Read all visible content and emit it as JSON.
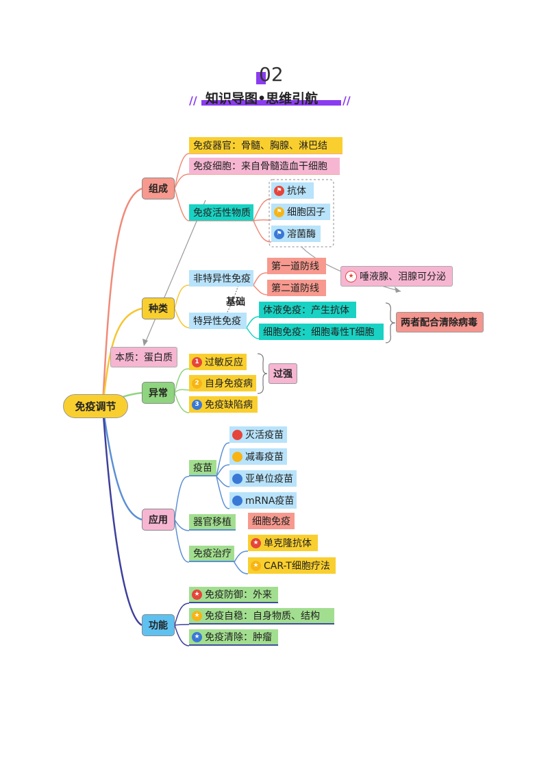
{
  "header": {
    "number": "02",
    "title": "知识导图•思维引航"
  },
  "root": {
    "label": "免疫调节"
  },
  "categories": {
    "composition": "组成",
    "types": "种类",
    "abnormal": "异常",
    "application": "应用",
    "function": "功能"
  },
  "composition": {
    "organs": "免疫器官：骨髓、胸腺、淋巴结",
    "cells": "免疫细胞：来自骨髓造血干细胞",
    "active": "免疫活性物质",
    "items": [
      "抗体",
      "细胞因子",
      "溶菌酶"
    ]
  },
  "types": {
    "nonspecific": "非特异性免疫",
    "first_line": "第一道防线",
    "second_line": "第二道防线",
    "saliva": "唾液腺、泪腺可分泌",
    "basis": "基础",
    "specific": "特异性免疫",
    "humoral": "体液免疫：产生抗体",
    "cellular": "细胞免疫：细胞毒性T细胞",
    "cooperate": "两者配合清除病毒"
  },
  "essence": "本质：蛋白质",
  "abnormal": {
    "items": [
      "过敏反应",
      "自身免疫病",
      "免疫缺陷病"
    ],
    "badges": [
      "1",
      "2",
      "3"
    ],
    "too_strong": "过强"
  },
  "application": {
    "vaccine": "疫苗",
    "vaccines": [
      "灭活疫苗",
      "减毒疫苗",
      "亚单位疫苗",
      "mRNA疫苗"
    ],
    "transplant": "器官移植",
    "cell_immunity": "细胞免疫",
    "therapy": "免疫治疗",
    "therapies": [
      "单克隆抗体",
      "CAR-T细胞疗法"
    ]
  },
  "function": {
    "items": [
      "免疫防御：外来",
      "免疫自稳：自身物质、结构",
      "免疫清除：肿瘤"
    ]
  },
  "colors": {
    "composition_branch": "#f08a78",
    "types_branch": "#f6c531",
    "abnormal_branch": "#8fd47e",
    "application_branch": "#5b8fd4",
    "function_branch": "#3d3f9c"
  }
}
